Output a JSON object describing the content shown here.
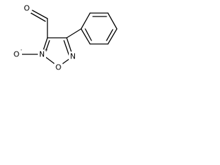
{
  "structure": {
    "atoms": {
      "aldehyde_oxygen": "O",
      "n_oxide_oxygen": "O",
      "n_oxide_oxygen_charge": "-",
      "ring_nitrogen_oxide": "N",
      "ring_nitrogen_oxide_charge": "+",
      "ring_oxygen": "O",
      "ring_nitrogen": "N"
    }
  }
}
